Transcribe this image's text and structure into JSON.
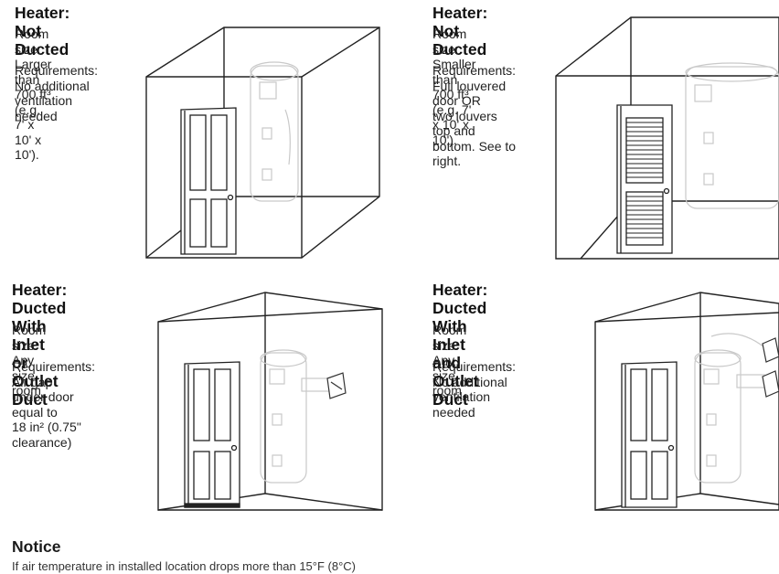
{
  "panels": [
    {
      "title": "Heater: Not Ducted",
      "room_size": "Room size: Larger than 700 ft³\n(e.g. 7' x 10' x 10').",
      "requirements": "Requirements:\nNo additional\nventilation needed"
    },
    {
      "title": "Heater: Not Ducted",
      "room_size": "Room size: Smaller than 700 ft³\n(e.g. 7' x 10' x 10').",
      "requirements": "Requirements:\nFull louvered door OR\ntwo louvers top and\nbottom. See to right."
    },
    {
      "title": "Heater: Ducted With Inlet\nor Outlet Duct",
      "room_size": "Room size:\nAny size room",
      "requirements": "Requirements: Air gap\nunder door equal to\n18 in² (0.75\" clearance)"
    },
    {
      "title": "Heater: Ducted With Inlet\nand Outlet Duct",
      "room_size": "Room size:\nAny size room",
      "requirements": "Requirements:\nNo additional\nventilation needed"
    }
  ],
  "notice": {
    "title": "Notice",
    "text": "If air temperature in installed location drops more than 15°F (8°C)"
  }
}
